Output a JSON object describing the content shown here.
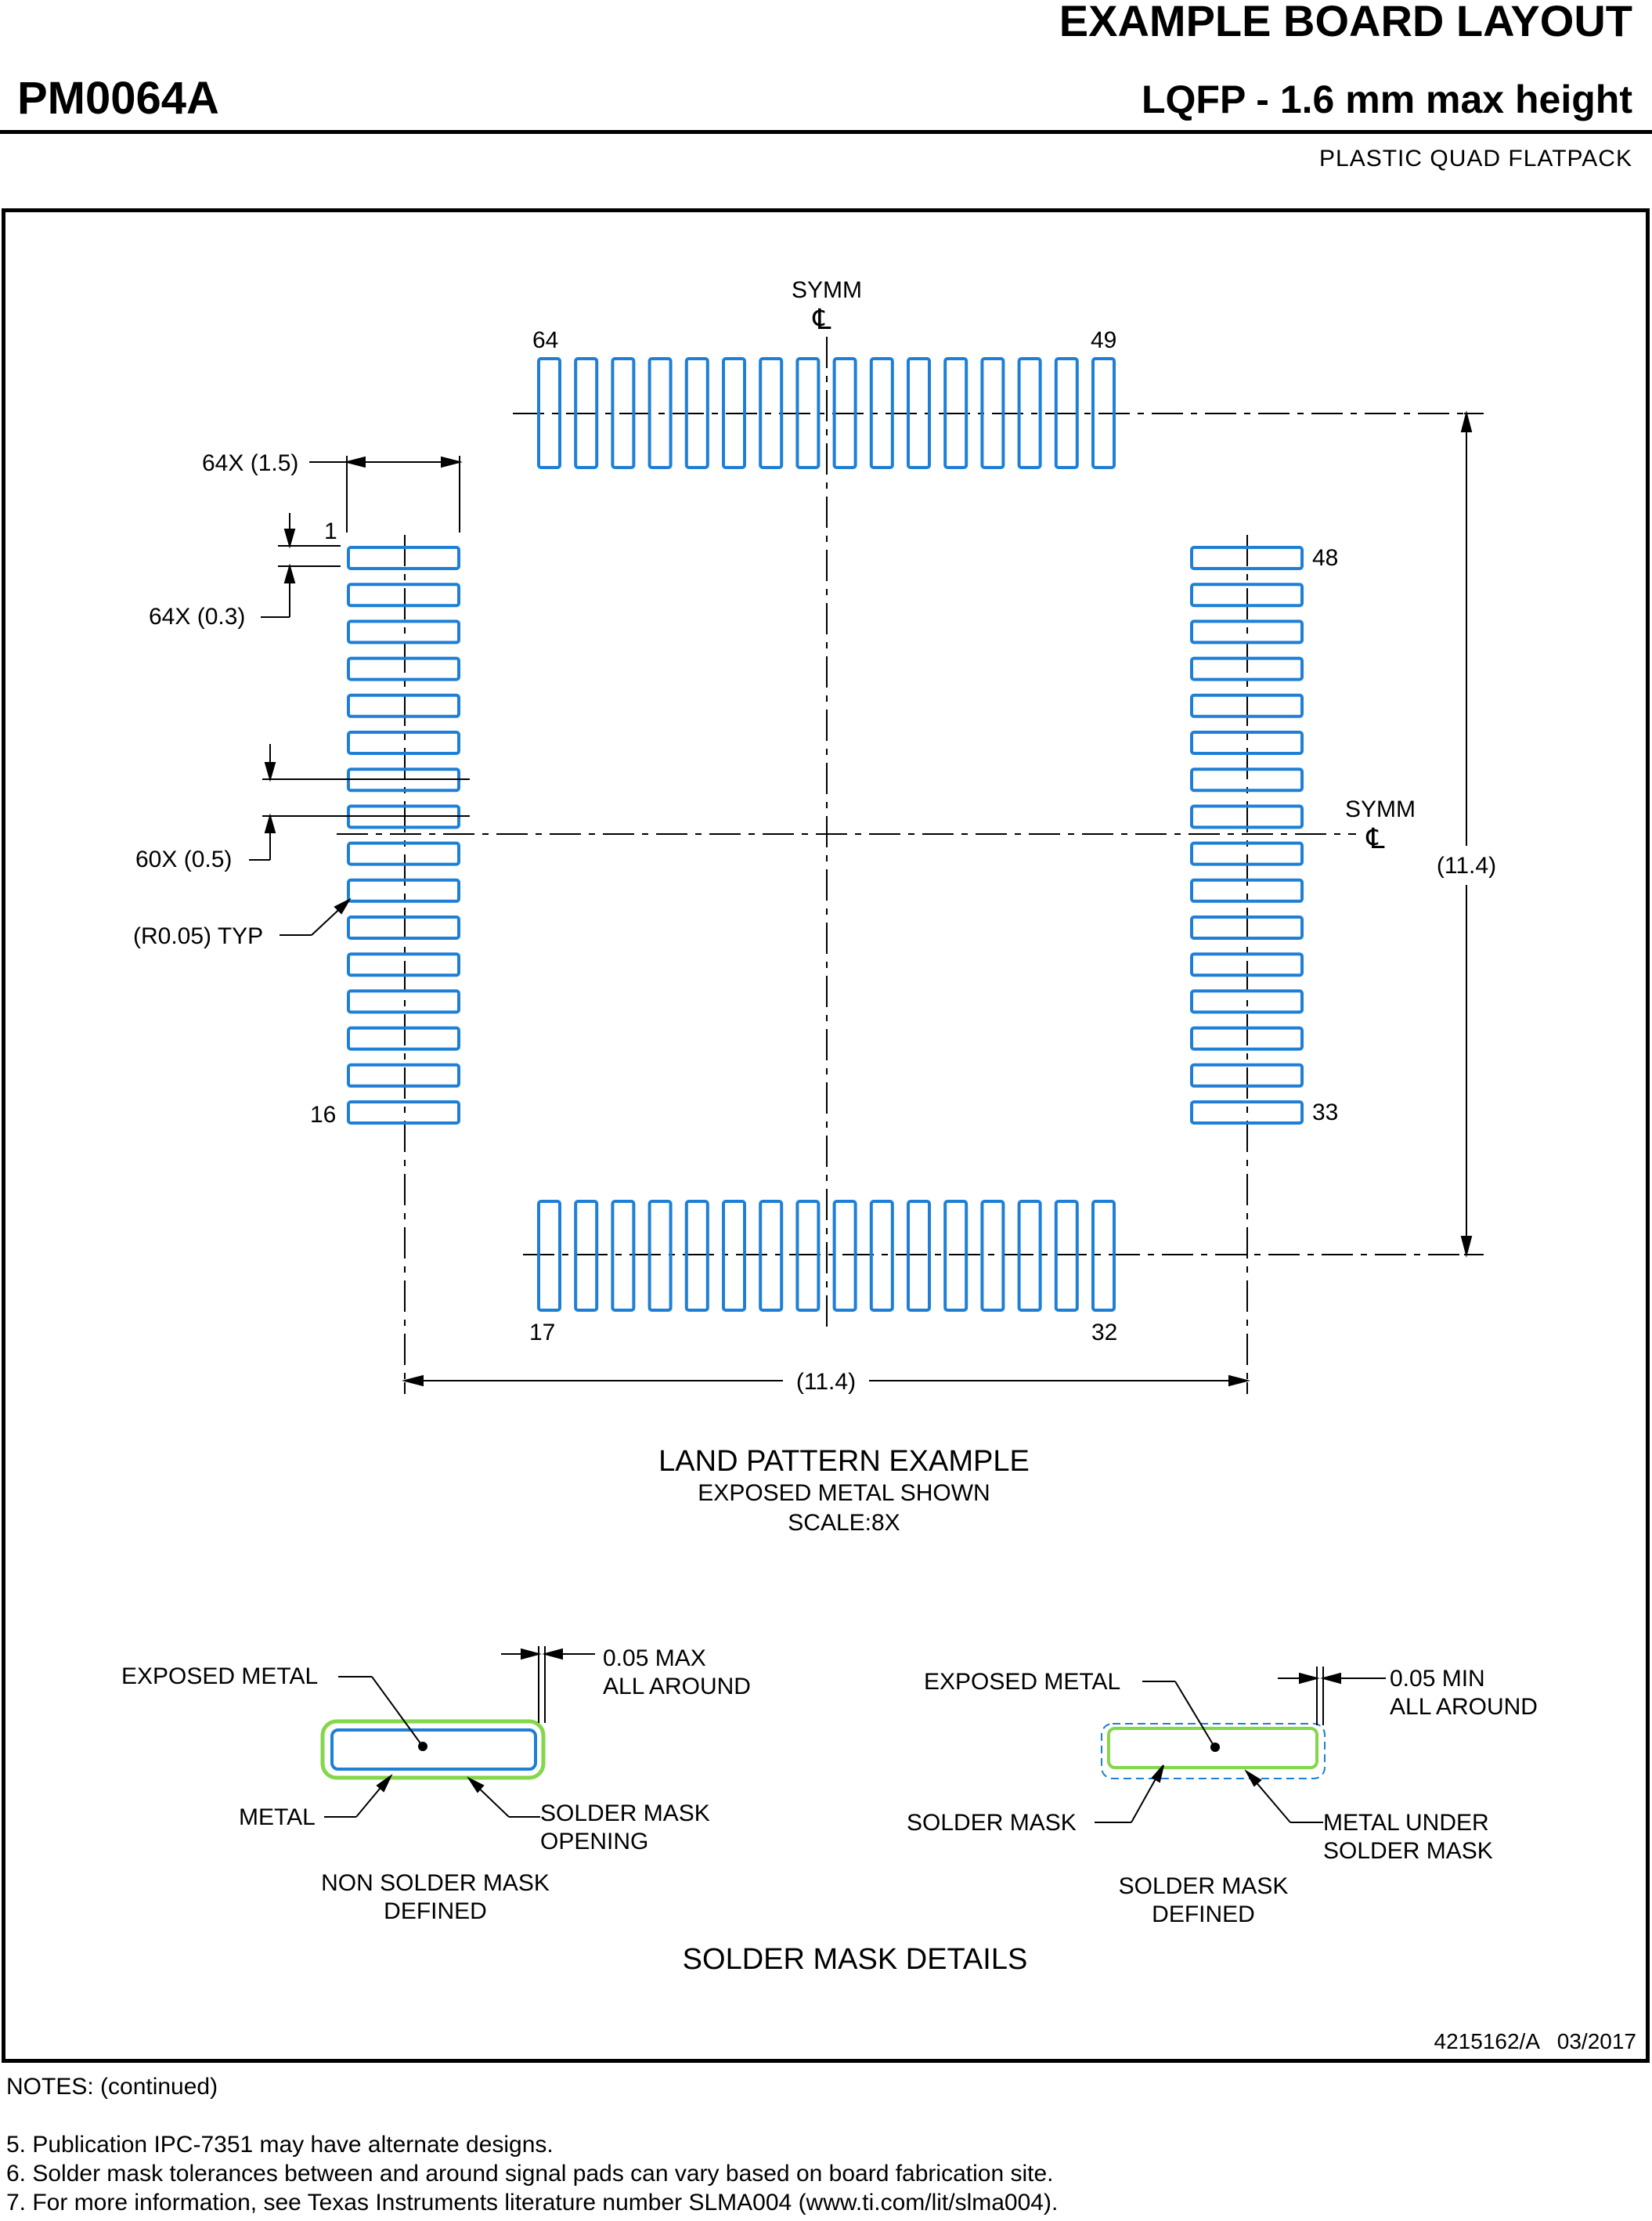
{
  "header": {
    "title": "EXAMPLE BOARD LAYOUT",
    "package_id": "PM0064A",
    "package_desc": "LQFP - 1.6 mm max height",
    "package_type": "PLASTIC QUAD FLATPACK"
  },
  "land_pattern": {
    "symm_label": "SYMM",
    "centerline_symbol": "℄",
    "pin_labels": {
      "pin1": "1",
      "pin16": "16",
      "pin17": "17",
      "pin32": "32",
      "pin33": "33",
      "pin48": "48",
      "pin49": "49",
      "pin64": "64"
    },
    "dims": {
      "pad_length": "64X (1.5)",
      "pad_width": "64X (0.3)",
      "pitch": "60X (0.5)",
      "corner_radius": "(R0.05) TYP",
      "vertical_span": "(11.4)",
      "horizontal_span": "(11.4)"
    },
    "caption": {
      "title": "LAND PATTERN EXAMPLE",
      "subtitle": "EXPOSED METAL SHOWN",
      "scale": "SCALE:8X"
    }
  },
  "solder_mask_details": {
    "nsmd": {
      "exposed_metal": "EXPOSED METAL",
      "clearance_line1": "0.05 MAX",
      "clearance_line2": "ALL AROUND",
      "metal": "METAL",
      "opening_line1": "SOLDER MASK",
      "opening_line2": "OPENING",
      "caption_line1": "NON SOLDER MASK",
      "caption_line2": "DEFINED"
    },
    "smd": {
      "exposed_metal": "EXPOSED METAL",
      "clearance_line1": "0.05 MIN",
      "clearance_line2": "ALL AROUND",
      "solder_mask": "SOLDER MASK",
      "metal_under_line1": "METAL UNDER",
      "metal_under_line2": "SOLDER MASK",
      "caption_line1": "SOLDER MASK",
      "caption_line2": "DEFINED"
    },
    "title": "SOLDER MASK DETAILS"
  },
  "drawing_ref": "4215162/A   03/2017",
  "notes": {
    "heading": "NOTES: (continued)",
    "items": [
      "5. Publication IPC-7351 may have alternate designs.",
      "6. Solder mask tolerances between and around signal pads can vary based on board fabrication site.",
      "7. For more information, see Texas Instruments literature number SLMA004 (www.ti.com/lit/slma004)."
    ]
  },
  "colors": {
    "pad": "#1e7fd6",
    "solder_mask": "#84d64b",
    "line": "#000000"
  }
}
